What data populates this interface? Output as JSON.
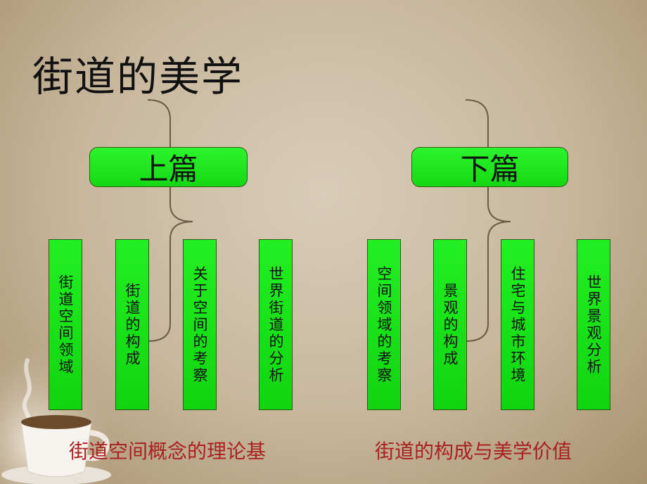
{
  "title": "街道的美学",
  "left": {
    "heading": "上篇",
    "items": [
      "街道空间领域",
      "街道的构成",
      "关于空间的考察",
      "世界街道的分析"
    ],
    "caption": "街道空间概念的理论基"
  },
  "right": {
    "heading": "下篇",
    "items": [
      "空间领域的考察",
      "景观的构成",
      "住宅与城市环境",
      "世界景观分析"
    ],
    "caption": "街道的构成与美学价值"
  },
  "colors": {
    "box_green": "#1ee61e",
    "caption_red": "#a82020",
    "background": "#c7b69c"
  }
}
